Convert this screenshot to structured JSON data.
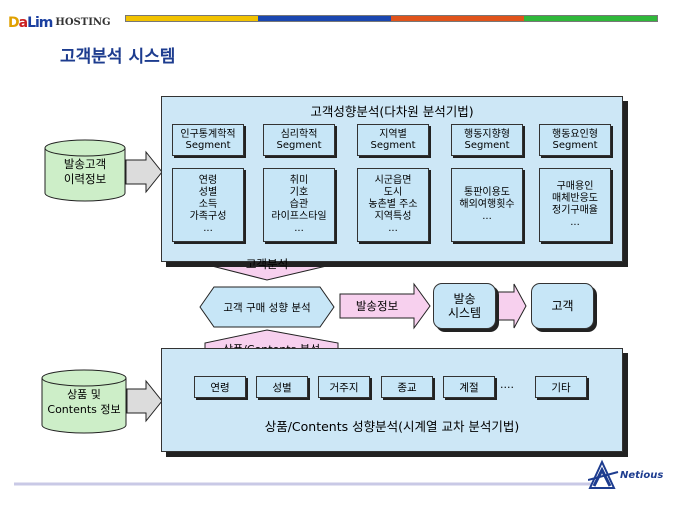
{
  "header": {
    "logo_text": "DaLim",
    "hosting_label": "HOSTING",
    "bar_colors": [
      "#f2c200",
      "#1a47b0",
      "#e0531a",
      "#2fb83a"
    ]
  },
  "page_title": "고객분석 시스템",
  "top_panel": {
    "title": "고객성향분석(다차원 분석기법)",
    "segments": [
      {
        "line1": "인구통계학적",
        "line2": "Segment"
      },
      {
        "line1": "심리학적",
        "line2": "Segment"
      },
      {
        "line1": "지역별",
        "line2": "Segment"
      },
      {
        "line1": "행동지향형",
        "line2": "Segment"
      },
      {
        "line1": "행동요인형",
        "line2": "Segment"
      }
    ],
    "details": [
      [
        "연령",
        "성별",
        "소득",
        "가족구성",
        "..."
      ],
      [
        "취미",
        "기호",
        "습관",
        "라이프스타일",
        "..."
      ],
      [
        "시군읍면",
        "도시",
        "농촌별 주소",
        "지역특성",
        "..."
      ],
      [
        "통판이용도",
        "해외여행횟수",
        "..."
      ],
      [
        "구매용인",
        "매체반응도",
        "정기구매율",
        "..."
      ]
    ]
  },
  "left_top_cylinder": {
    "line1": "발송고객",
    "line2": "이력정보"
  },
  "left_bottom_cylinder": {
    "line1": "상품 및",
    "line2": "Contents 정보"
  },
  "flow": {
    "customer_analysis_label": "고객분석",
    "purchase_tendency": "고객 구매 성향 분석",
    "send_info": "발송정보",
    "send_system": {
      "line1": "발송",
      "line2": "시스템"
    },
    "customer": "고객",
    "product_analysis_label": "상품/Contents 분석"
  },
  "bottom_panel": {
    "attributes": [
      "연령",
      "성별",
      "거주지",
      "종교",
      "계절",
      "기타"
    ],
    "ellipsis": "....",
    "title": "상품/Contents 성향분석(시계열 교차 분석기법)"
  },
  "footer": {
    "line_color": "#c9c9e6",
    "brand": "Netious"
  }
}
